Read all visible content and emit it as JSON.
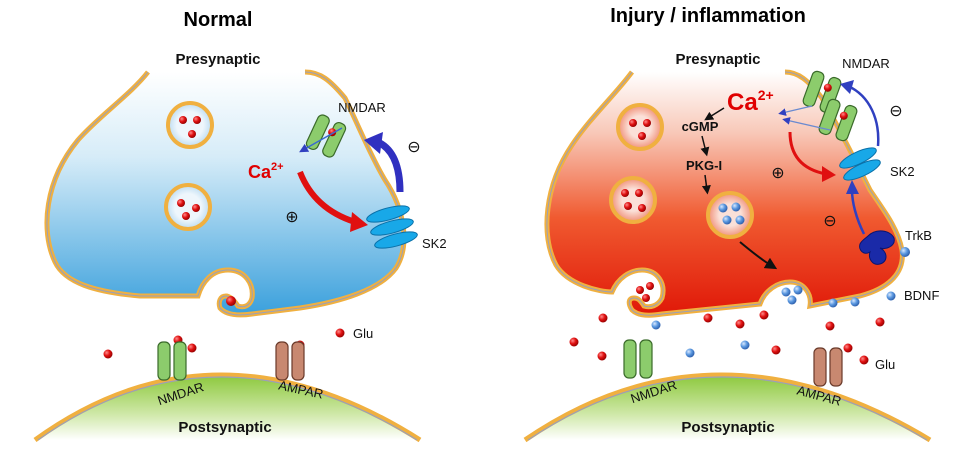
{
  "panels": [
    {
      "title": "Normal",
      "presynaptic": "Presynaptic",
      "postsynaptic": "Postsynaptic",
      "labels": {
        "nmdar_pre": "NMDAR",
        "ca": "Ca",
        "ca_charge": "2+",
        "sk2": "SK2",
        "glu": "Glu",
        "nmdar_post": "NMDAR",
        "ampar": "AMPAR",
        "plus": "⊕",
        "minus": "⊖"
      }
    },
    {
      "title": "Injury / inflammation",
      "presynaptic": "Presynaptic",
      "postsynaptic": "Postsynaptic",
      "labels": {
        "nmdar_pre": "NMDAR",
        "ca": "Ca",
        "ca_charge": "2+",
        "cgmp": "cGMP",
        "pkg": "PKG-I",
        "sk2": "SK2",
        "trkb": "TrkB",
        "bdnf": "BDNF",
        "glu": "Glu",
        "nmdar_post": "NMDAR",
        "ampar": "AMPAR",
        "plus": "⊕",
        "minus_top": "⊖",
        "minus_trkb": "⊖"
      }
    }
  ],
  "colors": {
    "membrane": "#f0b040",
    "membrane_inner": "#9aa0b8",
    "normal_fill": "#4aa8e0",
    "injury_fill": "#e02010",
    "post_fill": "#8cc83c",
    "glu": "#e01010",
    "bdnf": "#4a8ad8",
    "sk2": "#18a8e8",
    "trkb": "#1a2aa8",
    "nmdar": "#8ccc6c",
    "ampar": "#c88870",
    "arrow_red": "#e01010",
    "arrow_blue": "#3030c0"
  }
}
